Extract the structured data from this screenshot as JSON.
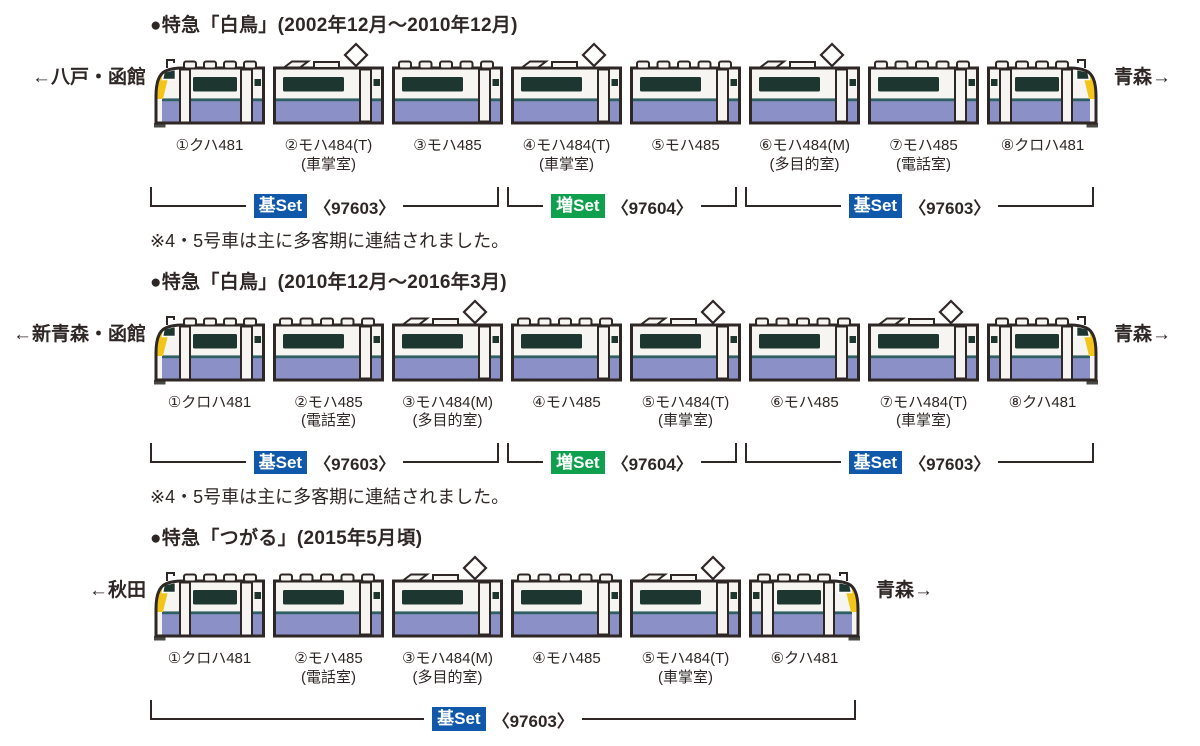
{
  "page": {
    "background": "#ffffff"
  },
  "colors": {
    "outline": "#2f2725",
    "text": "#2f2725",
    "body_white": "#f7f5f1",
    "window_band": "#1d3630",
    "lower_band": "#8b91c7",
    "divider_teal": "#2f5f63",
    "nose_yellow": "#f3c51b",
    "skirt_gray": "#4a4a44",
    "base_set_blue": "#1059aa",
    "add_set_green": "#0fa04e",
    "badge_text": "#ffffff",
    "bracket_line": "#2f2725"
  },
  "formations": [
    {
      "title": "●特急「白鳥」(2002年12月～2010年12月)",
      "left_label": "←八戸・函館",
      "right_label": "青森→",
      "note": "※4・5号車は主に多客期に連結されました。",
      "cars": [
        {
          "label": "①クハ481",
          "sublabel": "",
          "type": "cab-left",
          "pantograph": false
        },
        {
          "label": "②モハ484(T)",
          "sublabel": "(車掌室)",
          "type": "mid",
          "pantograph": true
        },
        {
          "label": "③モハ485",
          "sublabel": "",
          "type": "mid",
          "pantograph": false
        },
        {
          "label": "④モハ484(T)",
          "sublabel": "(車掌室)",
          "type": "mid",
          "pantograph": true
        },
        {
          "label": "⑤モハ485",
          "sublabel": "",
          "type": "mid",
          "pantograph": false
        },
        {
          "label": "⑥モハ484(M)",
          "sublabel": "(多目的室)",
          "type": "mid",
          "pantograph": true
        },
        {
          "label": "⑦モハ485",
          "sublabel": "(電話室)",
          "type": "mid",
          "pantograph": false
        },
        {
          "label": "⑧クロハ481",
          "sublabel": "",
          "type": "cab-right",
          "pantograph": false
        }
      ],
      "sets": [
        {
          "badge": "基Set",
          "style": "base",
          "number": "〈97603〉",
          "span": 3
        },
        {
          "badge": "増Set",
          "style": "add",
          "number": "〈97604〉",
          "span": 2
        },
        {
          "badge": "基Set",
          "style": "base",
          "number": "〈97603〉",
          "span": 3
        }
      ]
    },
    {
      "title": "●特急「白鳥」(2010年12月～2016年3月)",
      "left_label": "←新青森・函館",
      "right_label": "青森→",
      "note": "※4・5号車は主に多客期に連結されました。",
      "cars": [
        {
          "label": "①クロハ481",
          "sublabel": "",
          "type": "cab-left",
          "pantograph": false
        },
        {
          "label": "②モハ485",
          "sublabel": "(電話室)",
          "type": "mid",
          "pantograph": false
        },
        {
          "label": "③モハ484(M)",
          "sublabel": "(多目的室)",
          "type": "mid",
          "pantograph": true
        },
        {
          "label": "④モハ485",
          "sublabel": "",
          "type": "mid",
          "pantograph": false
        },
        {
          "label": "⑤モハ484(T)",
          "sublabel": "(車掌室)",
          "type": "mid",
          "pantograph": true
        },
        {
          "label": "⑥モハ485",
          "sublabel": "",
          "type": "mid",
          "pantograph": false
        },
        {
          "label": "⑦モハ484(T)",
          "sublabel": "(車掌室)",
          "type": "mid",
          "pantograph": true
        },
        {
          "label": "⑧クハ481",
          "sublabel": "",
          "type": "cab-right",
          "pantograph": false
        }
      ],
      "sets": [
        {
          "badge": "基Set",
          "style": "base",
          "number": "〈97603〉",
          "span": 3
        },
        {
          "badge": "増Set",
          "style": "add",
          "number": "〈97604〉",
          "span": 2
        },
        {
          "badge": "基Set",
          "style": "base",
          "number": "〈97603〉",
          "span": 3
        }
      ]
    },
    {
      "title": "●特急「つがる」(2015年5月頃)",
      "left_label": "←秋田",
      "right_label": "青森→",
      "note": "",
      "cars": [
        {
          "label": "①クロハ481",
          "sublabel": "",
          "type": "cab-left",
          "pantograph": false
        },
        {
          "label": "②モハ485",
          "sublabel": "(電話室)",
          "type": "mid",
          "pantograph": false
        },
        {
          "label": "③モハ484(M)",
          "sublabel": "(多目的室)",
          "type": "mid",
          "pantograph": true
        },
        {
          "label": "④モハ485",
          "sublabel": "",
          "type": "mid",
          "pantograph": false
        },
        {
          "label": "⑤モハ484(T)",
          "sublabel": "(車掌室)",
          "type": "mid",
          "pantograph": true
        },
        {
          "label": "⑥クハ481",
          "sublabel": "",
          "type": "cab-right",
          "pantograph": false
        }
      ],
      "sets": [
        {
          "badge": "基Set",
          "style": "base",
          "number": "〈97603〉",
          "span": 6
        }
      ]
    }
  ]
}
